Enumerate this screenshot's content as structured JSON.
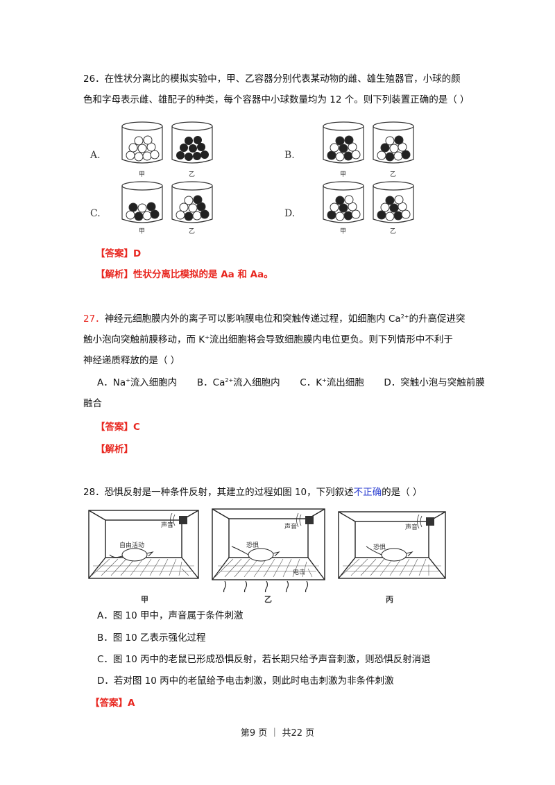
{
  "q26": {
    "line1": "26．在性状分离比的模拟实验中，甲、乙容器分别代表某动物的雌、雄生殖器官，小球的颜",
    "line2": "色和字母表示雌、雄配子的种类，每个容器中小球数量均为 12 个。则下列装置正确的是（          ）",
    "options": [
      "A.",
      "B.",
      "C.",
      "D."
    ],
    "jar_labels": [
      "甲",
      "乙"
    ],
    "answer_tag": "【答案】",
    "answer": "D",
    "analysis_tag": "【解析】",
    "analysis": "性状分离比模拟的是 Aa 和 Aa。"
  },
  "q27": {
    "num": "27．",
    "line1a": "神经元细胞膜内外的离子可以影响膜电位和突触传递过程，如细胞内 Ca",
    "line1_sup": "2+",
    "line1b": "的升高促进突",
    "line2a": "触小泡向突触前膜移动，而 K",
    "line2_sup": "+",
    "line2b": "流出细胞将会导致细胞膜内电位更负。则下列情形中不利于",
    "line3": "神经递质释放的是（          ）",
    "optA_a": "A．Na",
    "optA_sup": "+",
    "optA_b": "流入细胞内",
    "optB_a": "B．Ca",
    "optB_sup": "2+",
    "optB_b": "流入细胞内",
    "optC_a": "C．K",
    "optC_sup": "+",
    "optC_b": "流出细胞",
    "optD": "D．突触小泡与突触前膜",
    "optD2": "融合",
    "answer_tag": "【答案】",
    "answer": "C",
    "analysis_tag": "【解析】"
  },
  "q28": {
    "stem_a": "28．恐惧反射是一种条件反射，其建立的过程如图 10，下列叙述",
    "stem_blue": "不正确",
    "stem_b": "的是（          ）",
    "fig_labels": {
      "sound": "声音",
      "free": "自由活动",
      "fear": "恐惧",
      "shock": "电击"
    },
    "panel_captions": [
      "甲",
      "乙",
      "丙"
    ],
    "options": [
      "A．图 10 甲中，声音属于条件刺激",
      "B．图 10 乙表示强化过程",
      "C．图 10 丙中的老鼠已形成恐惧反射，若长期只给予声音刺激，则恐惧反射消退",
      "D．若对图 10 丙中的老鼠给予电击刺激，则此时电击刺激为非条件刺激"
    ],
    "answer_tag": "【答案】",
    "answer": "A"
  },
  "footer": "第9 页  ｜  共22 页"
}
